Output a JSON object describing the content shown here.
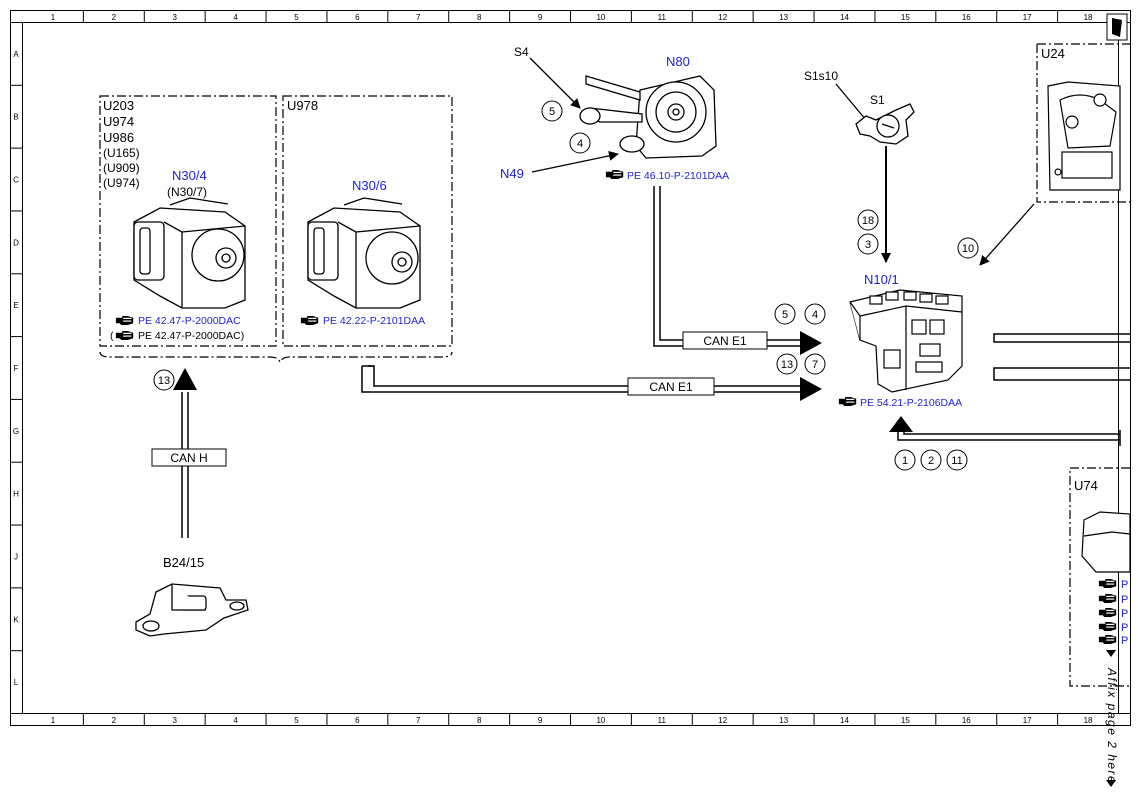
{
  "grid": {
    "columns": [
      "1",
      "2",
      "3",
      "4",
      "5",
      "6",
      "7",
      "8",
      "9",
      "10",
      "11",
      "12",
      "13",
      "14",
      "15",
      "16",
      "17",
      "18"
    ],
    "rows": [
      "A",
      "B",
      "C",
      "D",
      "E",
      "F",
      "G",
      "H",
      "J",
      "K",
      "L"
    ]
  },
  "colors": {
    "link": "#1f1fd0",
    "line": "#000000",
    "paper": "#ffffff"
  },
  "components": {
    "u203_group": {
      "lines": [
        "U203",
        "U974",
        "U986",
        "(U165)",
        "(U909)",
        "(U974)"
      ]
    },
    "u978_group": {
      "label": "U978"
    },
    "n30_4": {
      "name": "N30/4",
      "alt": "(N30/7)",
      "ref1": "PE 42.47-P-2000DAC",
      "ref2_prefix": "(",
      "ref2": "PE 42.47-P-2000DAC)"
    },
    "n30_6": {
      "name": "N30/6",
      "ref": "PE 42.22-P-2101DAA"
    },
    "n80": {
      "name": "N80",
      "ref": "PE 46.10-P-2101DAA"
    },
    "s4": {
      "name": "S4"
    },
    "n49": {
      "name": "N49"
    },
    "s1s10": {
      "name": "S1s10"
    },
    "s1": {
      "name": "S1"
    },
    "u24": {
      "name": "U24"
    },
    "n10_1": {
      "name": "N10/1",
      "ref": "PE 54.21-P-2106DAA"
    },
    "b24_15": {
      "name": "B24/15"
    },
    "u74": {
      "name": "U74",
      "refs": [
        "P",
        "P",
        "P",
        "P",
        "P"
      ]
    }
  },
  "buses": {
    "can_e1_upper": "CAN E1",
    "can_e1_lower": "CAN E1",
    "can_h": "CAN H"
  },
  "callouts": {
    "s4_5": "5",
    "s4_4": "4",
    "c18": "18",
    "c3": "3",
    "c10": "10",
    "upper_5": "5",
    "upper_4": "4",
    "lower_13": "13",
    "lower_7": "7",
    "canh_13": "13",
    "bottom_1": "1",
    "bottom_2": "2",
    "bottom_11": "11"
  },
  "side_note": "Affix page 2 here"
}
